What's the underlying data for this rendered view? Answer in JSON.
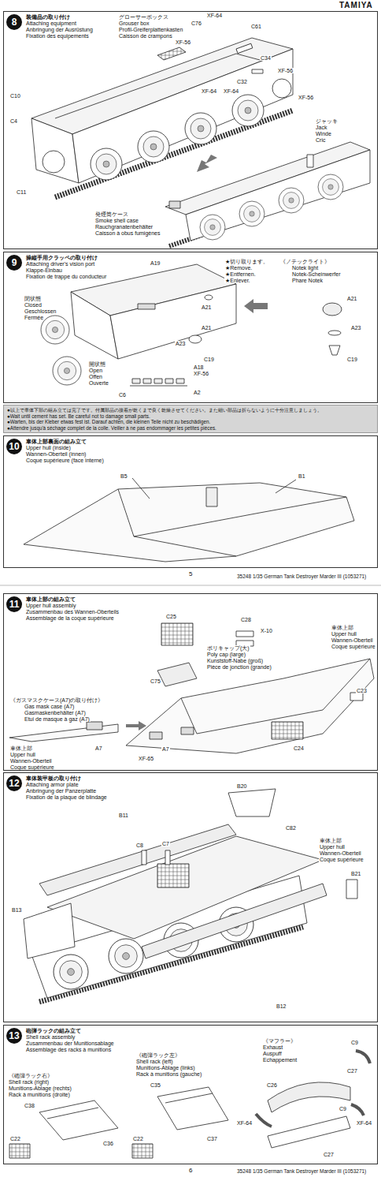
{
  "diagram": {
    "nodes": [
      {
        "text": [
          "8",
          "装備品の取り付け",
          "Attaching equipment",
          "Anbringung der Ausrüstung",
          "Fixation des equipements"
        ]
      },
      {
        "text": [
          "9",
          "操縦手用クラッペの取り付け",
          "Attaching driver's vision port",
          "Klappe-Einbau",
          "Fixation de trappe du conducteur"
        ]
      },
      {
        "text": [
          "●以上で車体下部の組み立ては完了です。付属部品の接着が乾くまで良く乾燥させてください。また細い部品は折らないように十分注意しましょう。",
          "●Wait until cement has set. Be careful not to damage small parts.",
          "●Warten, bis der Kleber etwas fest ist. Darauf achten, die kleinen Teile nicht zu beschädigen.",
          "●Attendre jusqu'à séchage complet de la colle. Veiller à ne pas endommager les petites pièces."
        ]
      },
      {
        "text": [
          "10",
          "車体上部裏面の組み立て",
          "Upper hull (inside)",
          "Wannen-Oberteil (innen)",
          "Coque supérieure (face interne)"
        ]
      },
      {
        "text": [
          "11",
          "車体上部の組み立て",
          "Upper hull assembly",
          "Zusammenbau des Wannen-Oberteils",
          "Assemblage de la coque supérieure"
        ]
      },
      {
        "text": [
          "12",
          "車体装甲板の取り付け",
          "Attaching armor plate",
          "Anbringung der Panzerplatte",
          "Fixation de la plaque de blindage"
        ]
      },
      {
        "text": [
          "13",
          "砲弾ラックの組み立て",
          "Shell rack assembly",
          "Zusammenbau der Munitionsablage",
          "Assemblage des racks à munitions"
        ]
      }
    ],
    "labels": [
      "TAMIYA",
      "グローサーボックス",
      "Grouser box",
      "Profil-Greiferplattenkasten",
      "Caisson de crampons",
      "C76",
      "XF-64",
      "XF-56",
      "C61",
      "C34",
      "XF-56",
      "C10",
      "C4",
      "C11",
      "C32",
      "XF-64",
      "XF-64",
      "XF-56",
      "ジャッキ",
      "Jack",
      "Winde",
      "Cric",
      "発煙筒ケース",
      "Smoke shell case",
      "Rauchgranatenbehälter",
      "Caisson à obus fumigènes",
      "A19",
      "閉状態",
      "Closed",
      "Geschlossen",
      "Fermée",
      "開状態",
      "Open",
      "Offen",
      "Ouverte",
      "C6",
      "A18",
      "XF-56",
      "A2",
      "★切り取ります。",
      "★Remove.",
      "★Entfernen.",
      "★Enlever.",
      "A21",
      "《ノテックライト》",
      "Notek light",
      "Notek-Scheinwerfer",
      "Phare Notek",
      "A21",
      "A23",
      "C19",
      "A21",
      "A23",
      "C19",
      "B5",
      "B1",
      "5",
      "35248 1/35 German Tank Destroyer Marder III (1053271)",
      "C25",
      "C28",
      "X-10",
      "C75",
      "車体上部",
      "Upper hull",
      "Wannen-Oberteil",
      "Coque supérieure",
      "C23",
      "ポリキャップ(大)",
      "Poly cap (large)",
      "Kunststoff-Nabe (groß)",
      "Pièce de jonction (grande)",
      "《ガスマスクケース(A7)の取り付け》",
      "Gas mask case (A7)",
      "Gasmaskenbehälter (A7)",
      "Etui de masque à gaz (A7)",
      "車体上部",
      "Upper hull",
      "Wannen-Oberteil",
      "Coque supérieure",
      "A7",
      "A7",
      "XF-65",
      "C24",
      "B20",
      "B11",
      "C82",
      "C8",
      "C7",
      "車体上部",
      "Upper hull",
      "Wannen-Oberteil",
      "Coque supérieure",
      "B21",
      "B13",
      "B12",
      "《砲弾ラック右》",
      "Shell rack (right)",
      "Munitions-Ablage (rechts)",
      "Rack à munitions (droite)",
      "C38",
      "C36",
      "C22",
      "《砲弾ラック左》",
      "Shell rack (left)",
      "Munitions-Ablage (links)",
      "Rack à munitions (gauche)",
      "C35",
      "C37",
      "C22",
      "《マフラー》",
      "Exhaust",
      "Auspuff",
      "Echappement",
      "C9",
      "C27",
      "C26",
      "C9",
      "XF-64",
      "XF-64",
      "C27",
      "6",
      "35248 1/35 German Tank Destroyer Marder III (1053271)"
    ]
  }
}
